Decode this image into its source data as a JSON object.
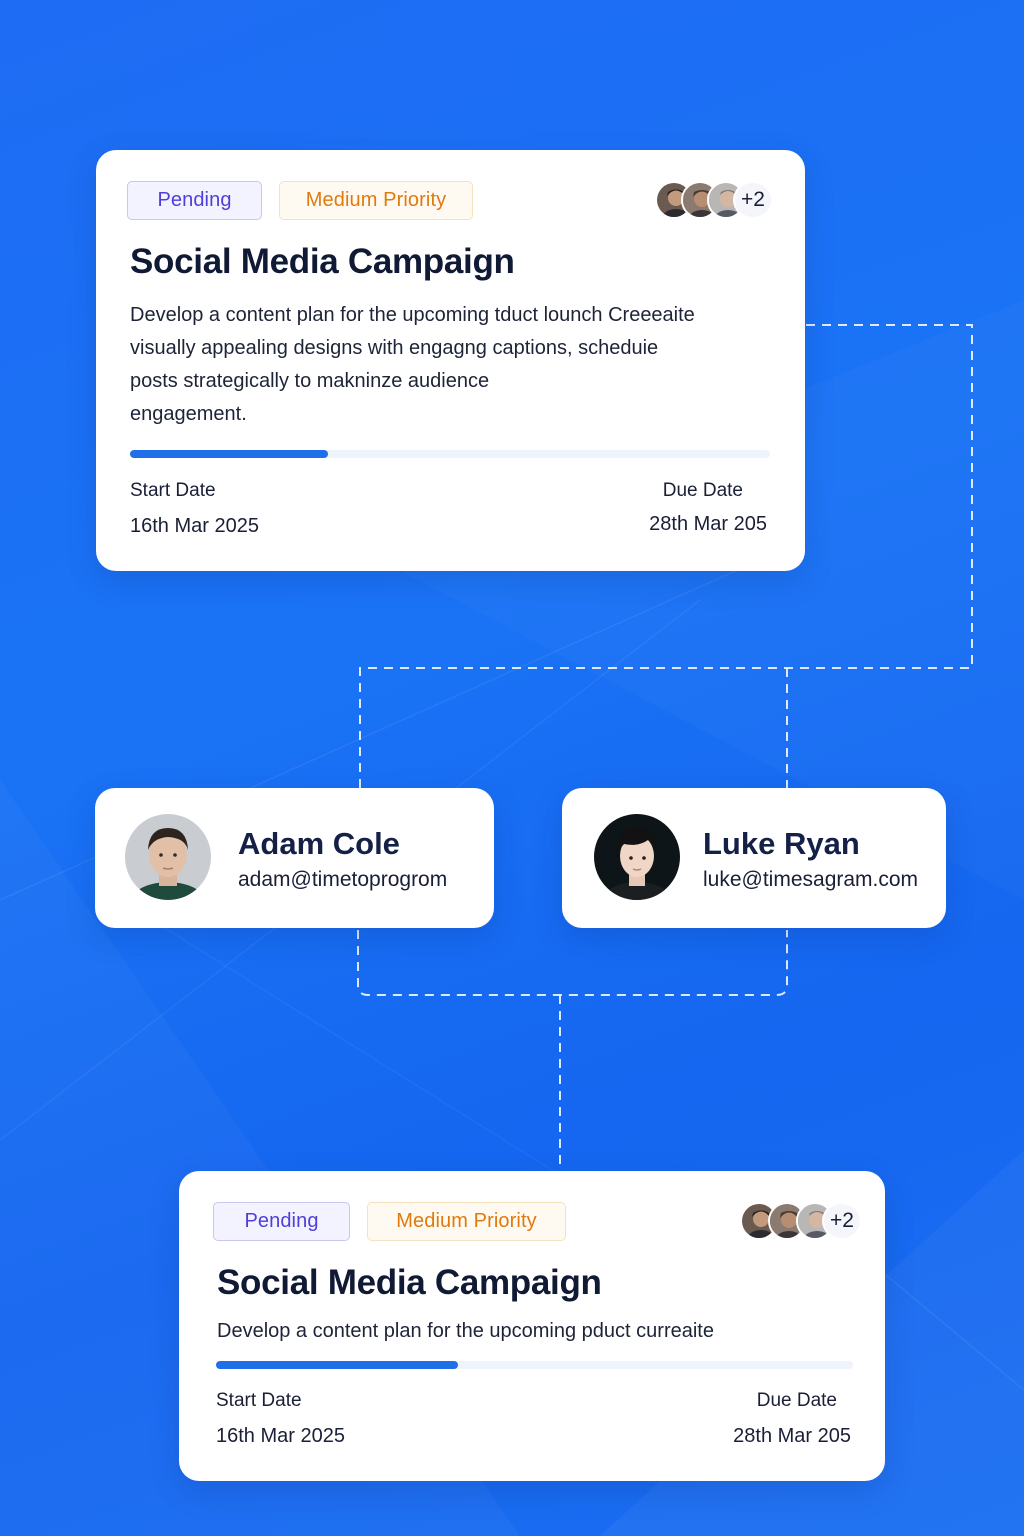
{
  "task_cards": [
    {
      "status": "Pending",
      "priority": "Medium Priority",
      "extra_members": "+2",
      "title": "Social Media Campaign",
      "description_lines": [
        "Develop a content plan for the upcoming tduct lounch Creeeaite",
        "visually appealing designs with engagng captions, scheduie",
        "posts strategically to makninze audience",
        "engagement."
      ],
      "progress": 0.31,
      "start_label": "Start Date",
      "start_date": "16th Mar 2025",
      "due_label": "Due Date",
      "due_date": "28th Mar 205"
    },
    {
      "status": "Pending",
      "priority": "Medium Priority",
      "extra_members": "+2",
      "title": "Social Media Campaign",
      "description_lines": [
        "Develop a content plan for the upcoming pduct curreaite"
      ],
      "progress": 0.38,
      "start_label": "Start Date",
      "start_date": "16th Mar 2025",
      "due_label": "Due Date",
      "due_date": "28th Mar 205"
    }
  ],
  "people": [
    {
      "name": "Adam Cole",
      "email": "adam@timetoprogrom"
    },
    {
      "name": "Luke Ryan",
      "email": "luke@timesagram.com"
    }
  ],
  "colors": {
    "background": "#1a6ff3",
    "pending_text": "#4f3fd9",
    "priority_text": "#e07a0e",
    "progress_fill": "#1f6fe8",
    "title_text": "#101a35"
  }
}
